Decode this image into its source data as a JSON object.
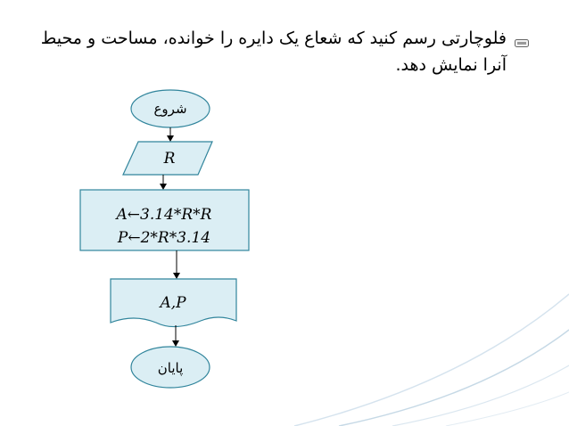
{
  "slide": {
    "title_line1": "فلوچارتی رسم کنید که شعاع یک دایره را خوانده، مساحت و محیط",
    "title_line2": "آنرا نمایش دهد.",
    "bullet_icon": "pen-bullet-icon"
  },
  "flowchart": {
    "start_label": "شروع",
    "input_label": "R",
    "process_line1": "A←3.14*R*R",
    "process_line2": "P←2*R*3.14",
    "output_label": "A,P",
    "end_label": "پایان"
  },
  "colors": {
    "shape_fill": "#dbeef4",
    "shape_stroke": "#31859c",
    "arrow": "#000000",
    "deco_line": "#c6d9e6"
  }
}
